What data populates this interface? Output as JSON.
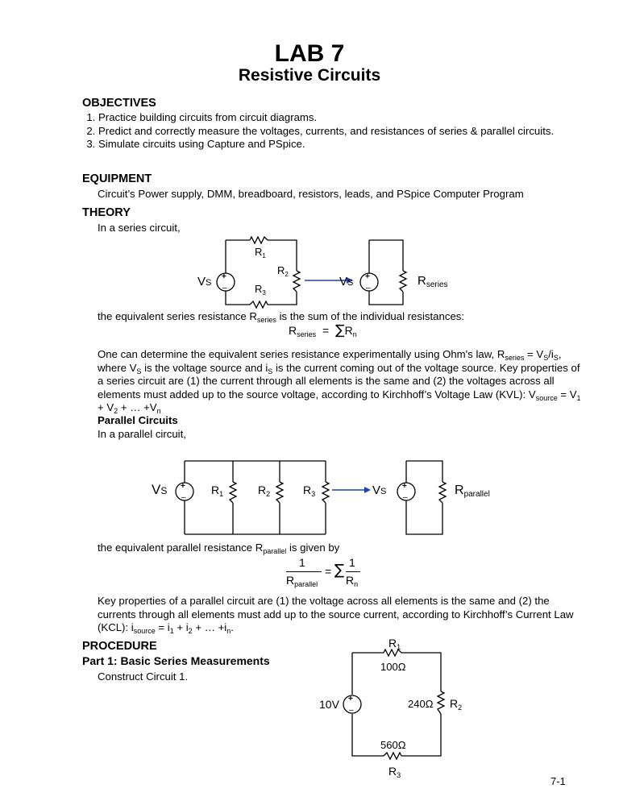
{
  "title": "LAB 7",
  "subtitle": "Resistive Circuits",
  "objectives": {
    "heading": "OBJECTIVES",
    "items": [
      "Practice building circuits from circuit diagrams.",
      "Predict and correctly measure the voltages, currents, and resistances of series & parallel circuits.",
      "Simulate circuits using Capture and PSpice."
    ]
  },
  "equipment": {
    "heading": "EQUIPMENT",
    "text": "Circuit’s Power supply, DMM, breadboard, resistors, leads, and PSpice Computer Program"
  },
  "theory": {
    "heading": "THEORY",
    "intro": "In a series circuit,",
    "series_sentence_a": "the equivalent series resistance R",
    "series_sentence_sub": "series",
    "series_sentence_b": " is the sum of the individual resistances:",
    "series_paragraph_html": "One can determine the equivalent series resistance experimentally using Ohm's law, R<sub>series</sub> = V<sub>S</sub>/i<sub>S</sub>, where V<sub>S</sub> is the voltage source and i<sub>S</sub> is the current coming out of the voltage source. Key properties of a series circuit are (1) the current through all elements is the same and (2) the voltages across all elements must added up to the source voltage, according to Kirchhoff’s Voltage Law (KVL): V<sub>source</sub> = V<sub>1</sub> + V<sub>2</sub> + … +V<sub>n</sub>",
    "parallel_heading": "Parallel Circuits",
    "parallel_intro": "In a parallel circuit,",
    "parallel_sentence_a": "the equivalent parallel resistance R",
    "parallel_sentence_sub": "parallel",
    "parallel_sentence_b": " is given by",
    "parallel_paragraph_html": "Key properties of a parallel circuit are (1) the voltage across all elements is the same and (2) the currents through all elements must add up to the source current, according to Kirchhoff’s Current Law (KCL): i<sub>source</sub> = i<sub>1</sub> + i<sub>2</sub> + … +i<sub>n</sub>."
  },
  "procedure": {
    "heading": "PROCEDURE",
    "part1_heading": "Part 1: Basic Series Measurements",
    "part1_text": "Construct Circuit 1."
  },
  "labels": {
    "R": "R",
    "V": "V",
    "s": "S",
    "one": "1",
    "two": "2",
    "three": "3",
    "n": "n",
    "series": "series",
    "parallel": "parallel",
    "plus": "+",
    "minus": "–",
    "eq": "=",
    "sigma": "∑",
    "r1_val": "100Ω",
    "r2_val": "240Ω",
    "r3_val": "560Ω",
    "src_val": "10V"
  },
  "page_number": "7-1",
  "colors": {
    "arrow": "#1f3fbf"
  }
}
